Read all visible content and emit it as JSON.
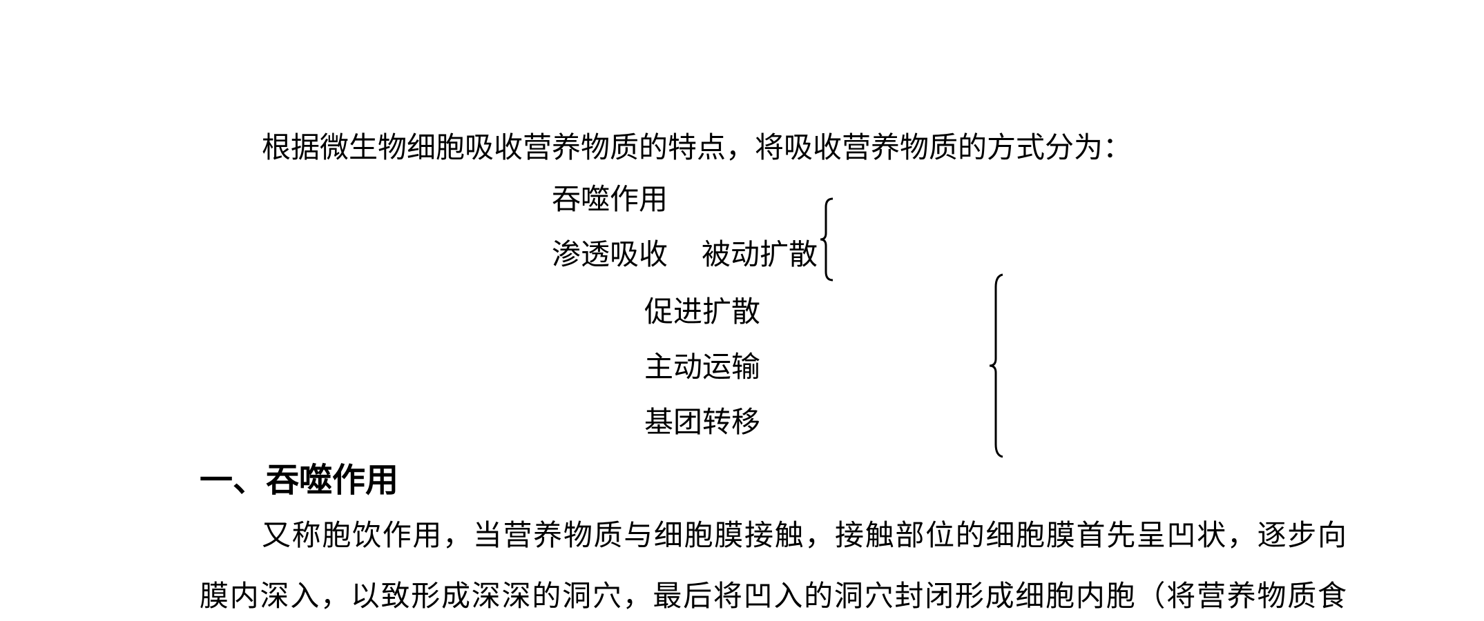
{
  "intro": "根据微生物细胞吸收营养物质的特点，将吸收营养物质的方式分为：",
  "methods": {
    "phagocytosis": "吞噬作用",
    "osmotic_absorption": "渗透吸收",
    "passive_diffusion": "被动扩散",
    "facilitated_diffusion": "促进扩散",
    "active_transport": "主动运输",
    "group_translocation": "基团转移"
  },
  "section": {
    "heading": "一、吞噬作用",
    "paragraph_lines": [
      "又称胞饮作用，当营养物质与细胞膜接触，接触部位的细胞膜首先呈凹状，逐步向",
      "膜内深入，以致形成深深的洞穴，最后将凹入的洞穴封闭形成细胞内胞（将营养物质食"
    ]
  }
}
